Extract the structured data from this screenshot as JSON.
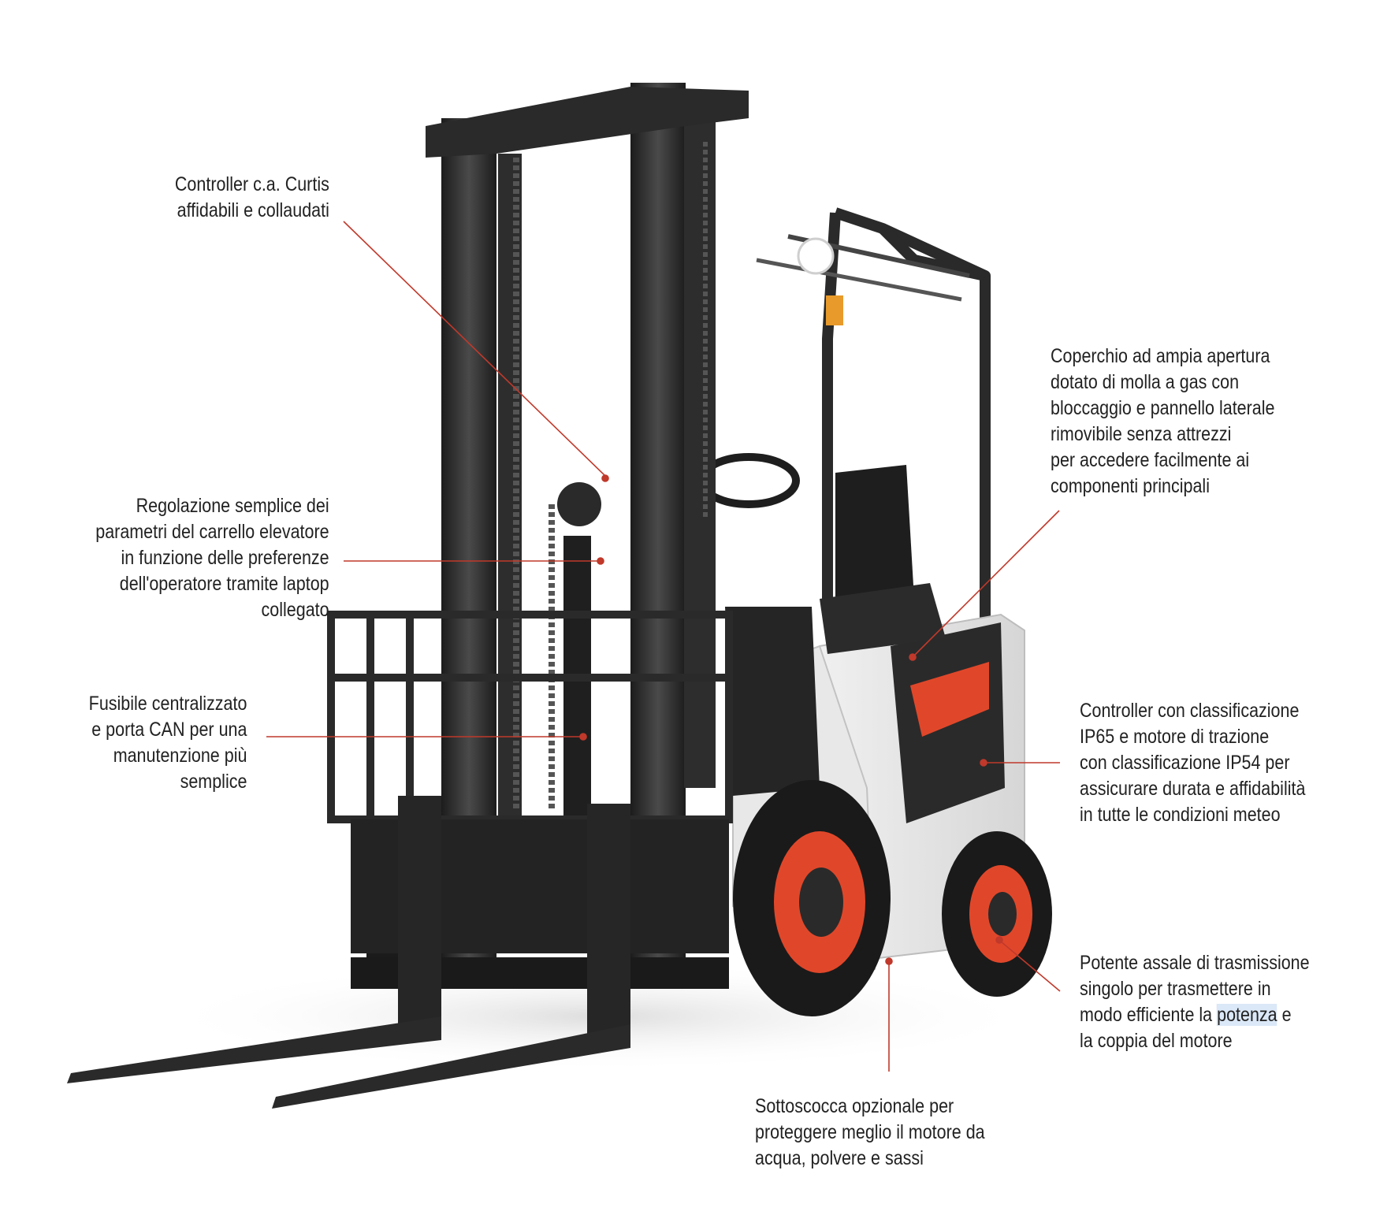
{
  "colors": {
    "leader_line": "#c0392b",
    "body_dark": "#2a2a2a",
    "body_white": "#ececec",
    "accent_orange": "#e0472a",
    "text": "#222222",
    "highlight": "#dbe8f7"
  },
  "callouts": {
    "curtis": {
      "lines": [
        "Controller c.a. Curtis",
        "affidabili e collaudati"
      ]
    },
    "laptop": {
      "lines": [
        "Regolazione semplice dei",
        "parametri del carrello elevatore",
        "in funzione delle preferenze",
        "dell'operatore tramite laptop",
        "collegato"
      ]
    },
    "fuse": {
      "lines": [
        "Fusibile centralizzato",
        "e porta CAN per una",
        "manutenzione più",
        "semplice"
      ]
    },
    "cover": {
      "lines": [
        "Coperchio ad ampia apertura",
        "dotato di molla a gas con",
        "bloccaggio e pannello laterale",
        "rimovibile senza attrezzi",
        "per accedere facilmente ai",
        "componenti principali"
      ]
    },
    "ip65": {
      "lines": [
        "Controller con classificazione",
        "IP65 e motore di trazione",
        "con classificazione IP54 per",
        "assicurare durata e affidabilità",
        "in tutte le condizioni meteo"
      ]
    },
    "axle": {
      "lines": [
        "Potente assale di trasmissione",
        "singolo per trasmettere in"
      ],
      "line3_before": "modo efficiente la ",
      "line3_highlight": "potenza",
      "line3_after": " e",
      "line4": "la coppia del motore"
    },
    "undercarriage": {
      "lines": [
        "Sottoscocca opzionale per",
        "proteggere meglio il motore da",
        "acqua, polvere e sassi"
      ]
    }
  },
  "icons": {
    "product": "forklift-illustration"
  }
}
